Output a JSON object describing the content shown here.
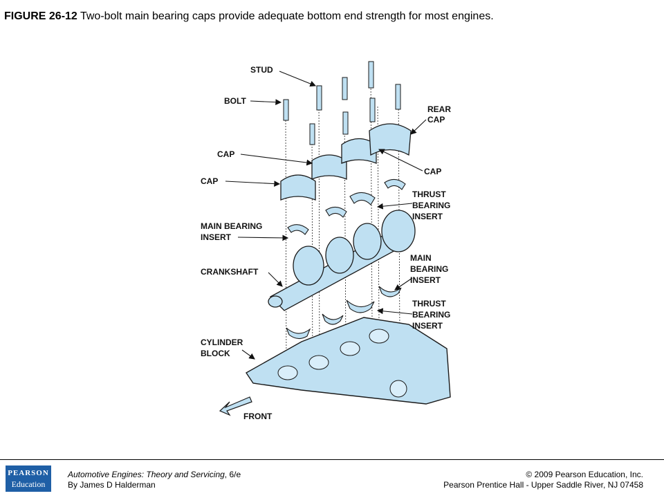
{
  "caption": {
    "figure_number": "FIGURE 26-12",
    "text": " Two-bolt main bearing caps provide adequate bottom end strength for most engines."
  },
  "diagram": {
    "labels": {
      "stud": "STUD",
      "bolt": "BOLT",
      "cap_upper": "CAP",
      "cap_lower": "CAP",
      "cap_right": "CAP",
      "rear_cap_1": "REAR",
      "rear_cap_2": "CAP",
      "thrust_1": "THRUST",
      "thrust_2": "BEARING",
      "thrust_3": "INSERT",
      "main_left_1": "MAIN BEARING",
      "main_left_2": "INSERT",
      "crankshaft": "CRANKSHAFT",
      "main_right_1": "MAIN",
      "main_right_2": "BEARING",
      "main_right_3": "INSERT",
      "thrust_lower_1": "THRUST",
      "thrust_lower_2": "BEARING",
      "thrust_lower_3": "INSERT",
      "block_1": "CYLINDER",
      "block_2": "BLOCK",
      "front": "FRONT"
    },
    "colors": {
      "fill": "#bfe0f2",
      "line": "#1a1a1a"
    }
  },
  "footer": {
    "logo_line1": "PEARSON",
    "logo_line2": "Education",
    "book_title": "Automotive Engines: Theory and Servicing",
    "edition": ", 6/e",
    "author": "By James D Halderman",
    "copyright": "© 2009 Pearson Education, Inc.",
    "publisher": "Pearson Prentice Hall - Upper Saddle River, NJ 07458"
  }
}
